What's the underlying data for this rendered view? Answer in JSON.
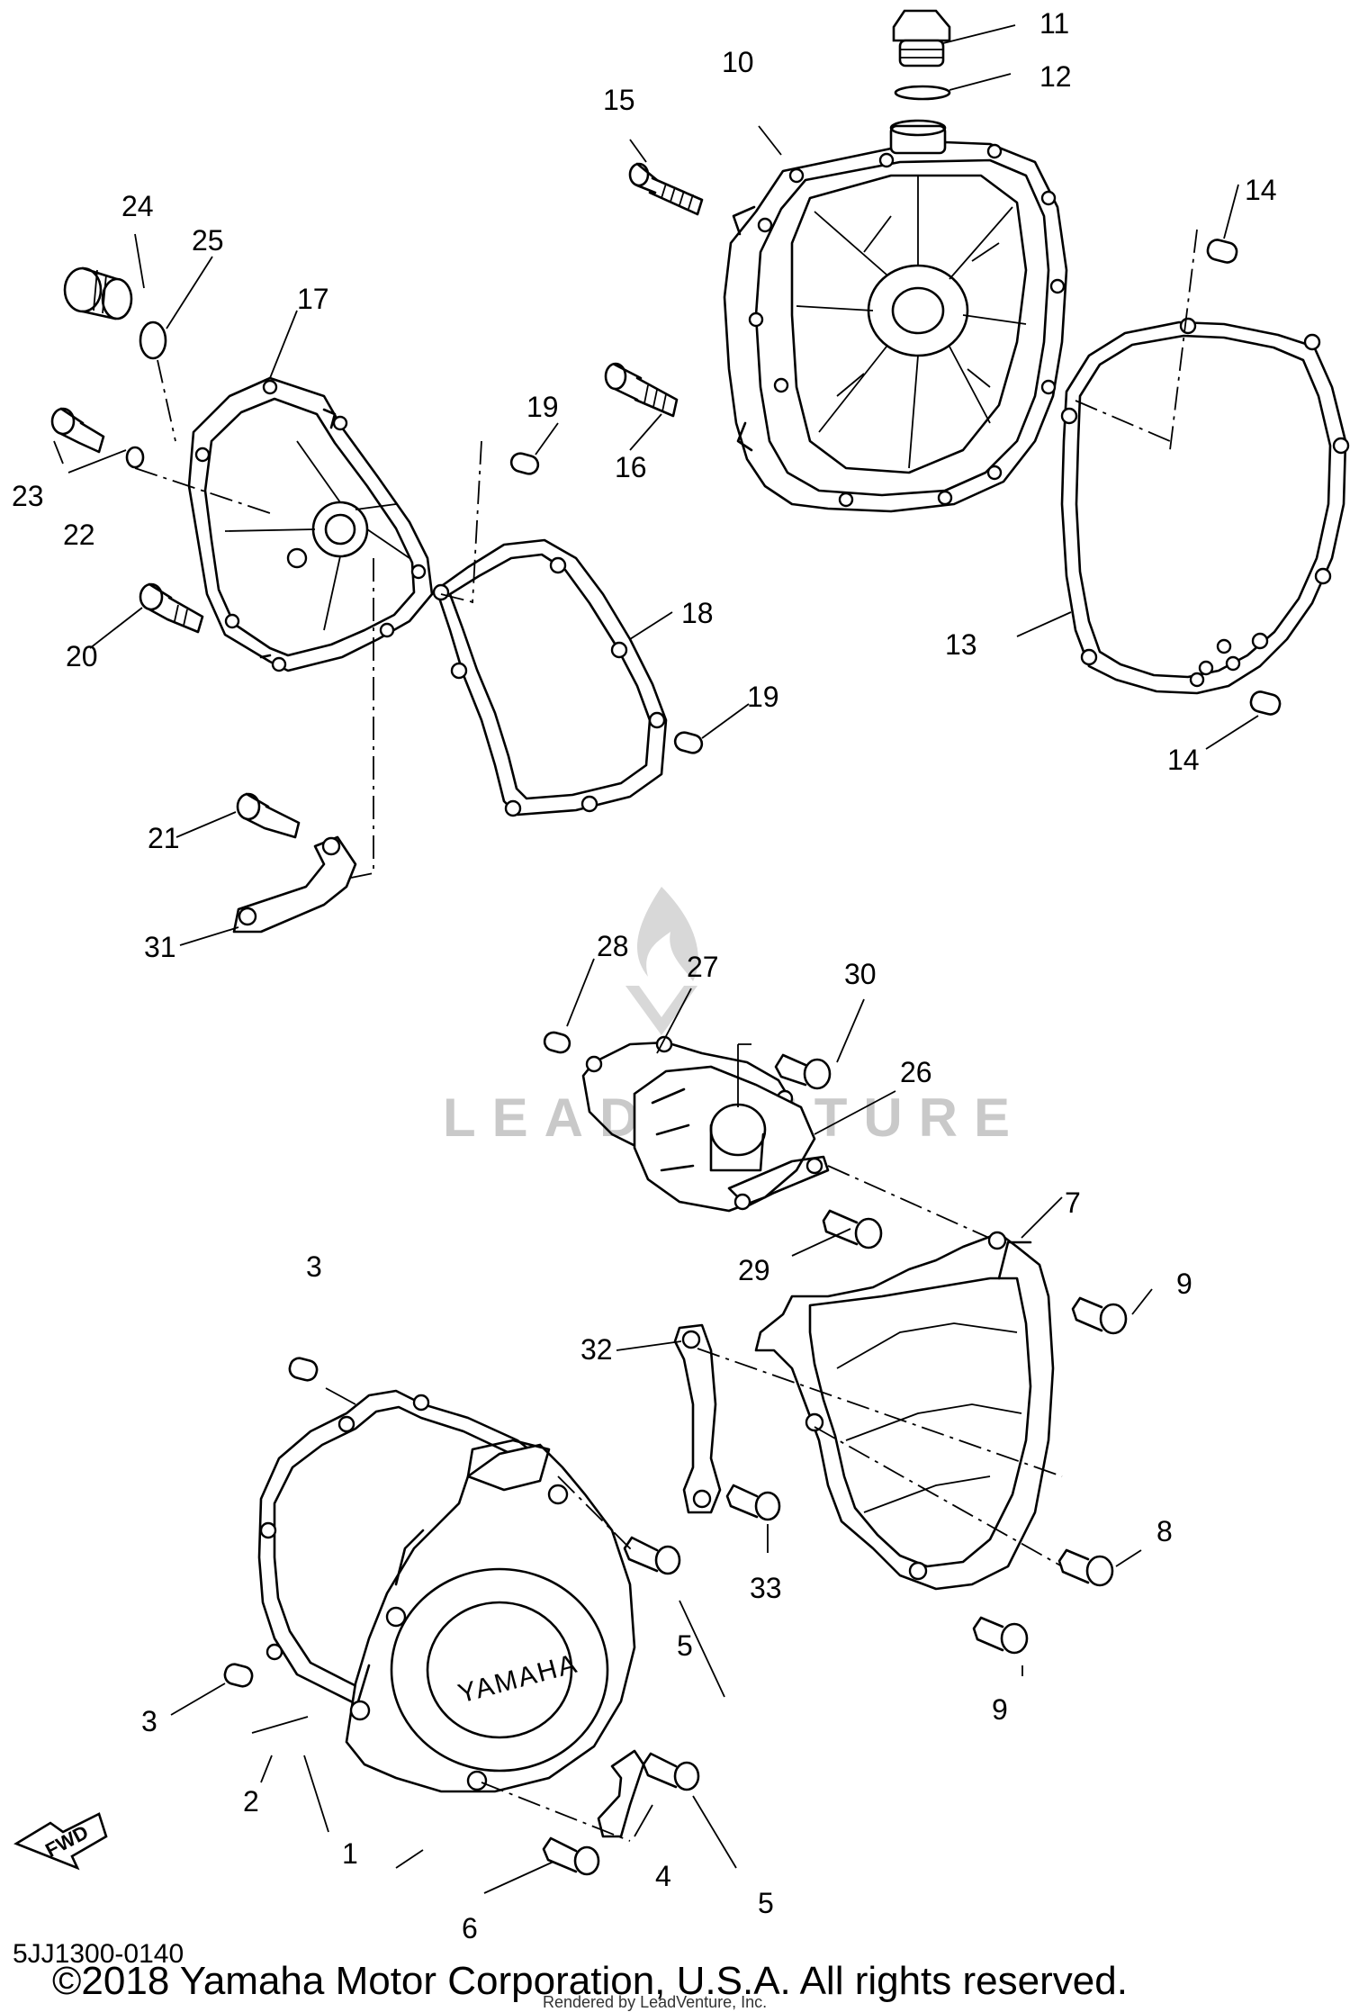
{
  "callouts": [
    {
      "id": "c1",
      "label": "1"
    },
    {
      "id": "c2",
      "label": "2"
    },
    {
      "id": "c3a",
      "label": "3"
    },
    {
      "id": "c3b",
      "label": "3"
    },
    {
      "id": "c4",
      "label": "4"
    },
    {
      "id": "c5a",
      "label": "5"
    },
    {
      "id": "c5b",
      "label": "5"
    },
    {
      "id": "c6",
      "label": "6"
    },
    {
      "id": "c7",
      "label": "7"
    },
    {
      "id": "c8",
      "label": "8"
    },
    {
      "id": "c9a",
      "label": "9"
    },
    {
      "id": "c9b",
      "label": "9"
    },
    {
      "id": "c10",
      "label": "10"
    },
    {
      "id": "c11",
      "label": "11"
    },
    {
      "id": "c12",
      "label": "12"
    },
    {
      "id": "c13",
      "label": "13"
    },
    {
      "id": "c14a",
      "label": "14"
    },
    {
      "id": "c14b",
      "label": "14"
    },
    {
      "id": "c15",
      "label": "15"
    },
    {
      "id": "c16",
      "label": "16"
    },
    {
      "id": "c17",
      "label": "17"
    },
    {
      "id": "c18",
      "label": "18"
    },
    {
      "id": "c19a",
      "label": "19"
    },
    {
      "id": "c19b",
      "label": "19"
    },
    {
      "id": "c20",
      "label": "20"
    },
    {
      "id": "c21",
      "label": "21"
    },
    {
      "id": "c22",
      "label": "22"
    },
    {
      "id": "c23",
      "label": "23"
    },
    {
      "id": "c24",
      "label": "24"
    },
    {
      "id": "c25",
      "label": "25"
    },
    {
      "id": "c26",
      "label": "26"
    },
    {
      "id": "c27",
      "label": "27"
    },
    {
      "id": "c28",
      "label": "28"
    },
    {
      "id": "c29",
      "label": "29"
    },
    {
      "id": "c30",
      "label": "30"
    },
    {
      "id": "c31",
      "label": "31"
    },
    {
      "id": "c32",
      "label": "32"
    },
    {
      "id": "c33",
      "label": "33"
    }
  ],
  "cover_brand": "YAMAHA",
  "fwd_label": "FWD",
  "watermark": "LEADVENTURE",
  "diagram_code": "5JJ1300-0140",
  "copyright": "©2018 Yamaha Motor Corporation, U.S.A. All rights reserved.",
  "render_note": "Rendered by LeadVenture, Inc."
}
